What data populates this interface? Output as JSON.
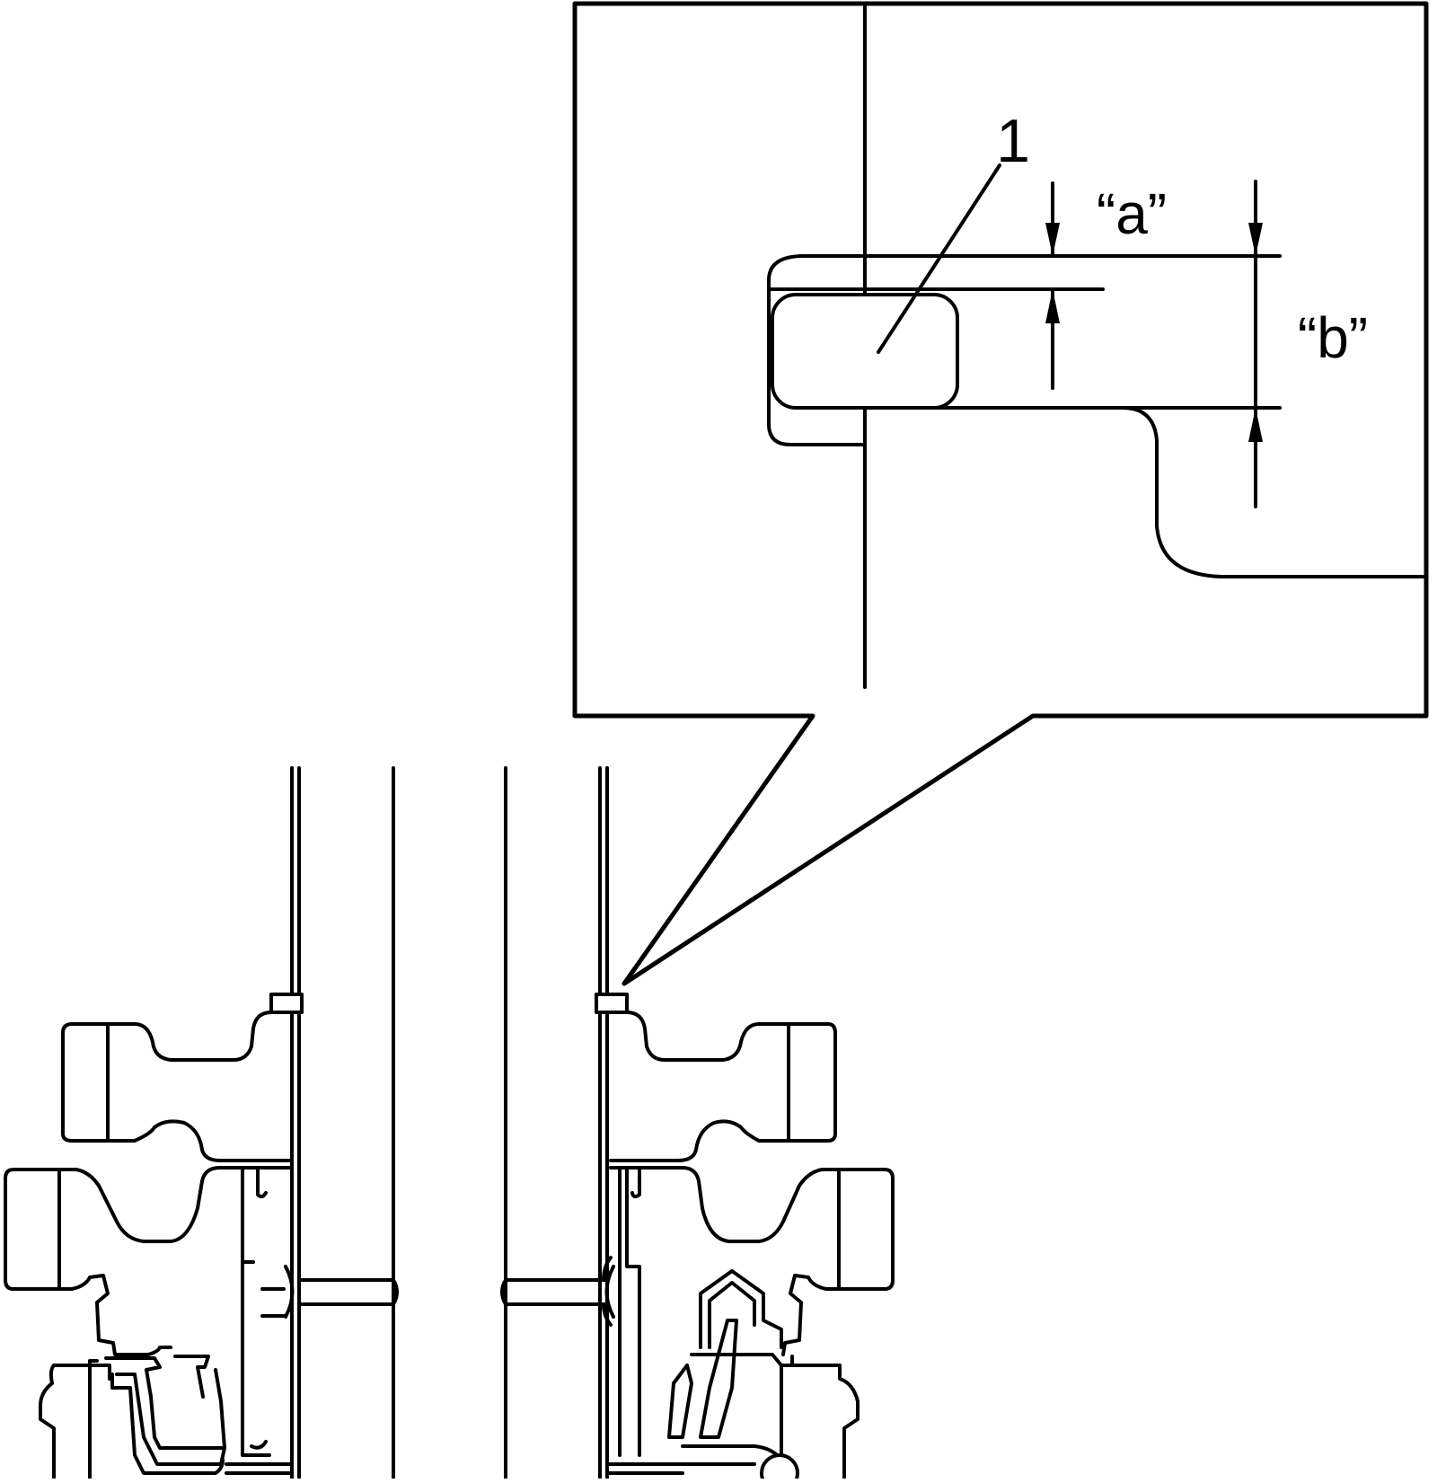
{
  "diagram": {
    "callout_number": "1",
    "dimension_a": "“a”",
    "dimension_b": "“b”",
    "line_color": "#000000",
    "background_color": "#ffffff"
  }
}
